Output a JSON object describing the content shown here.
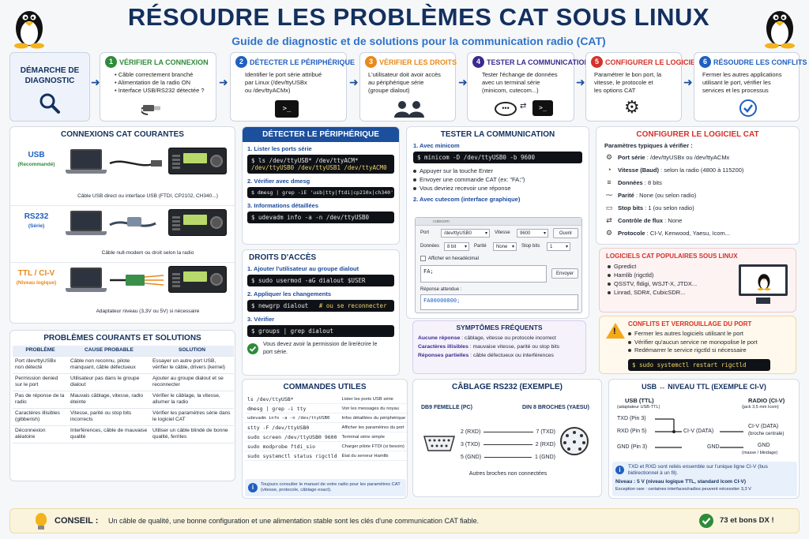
{
  "header": {
    "title": "RÉSOUDRE LES PROBLÈMES CAT SOUS LINUX",
    "subtitle": "Guide de diagnostic et de solutions pour la communication radio (CAT)"
  },
  "approach": {
    "label": "DÉMARCHE DE DIAGNOSTIC"
  },
  "steps": [
    {
      "num": "1",
      "title": "VÉRIFIER LA CONNEXION",
      "color": "#2e8b3a",
      "lines": [
        "• Câble correctement branché",
        "• Alimentation de la radio ON",
        "• Interface USB/RS232 détectée ?"
      ]
    },
    {
      "num": "2",
      "title": "DÉTECTER LE PÉRIPHÉRIQUE",
      "color": "#1f5fbf",
      "lines": [
        "Identifier le port série attribué",
        "par Linux (/dev/ttyUSBx",
        "ou /dev/ttyACMx)"
      ]
    },
    {
      "num": "3",
      "title": "VÉRIFIER LES DROITS",
      "color": "#e8891c",
      "lines": [
        "L'utilisateur doit avoir accès",
        "au périphérique série",
        "(groupe dialout)"
      ]
    },
    {
      "num": "4",
      "title": "TESTER LA COMMUNICATION",
      "color": "#3a2a8f",
      "lines": [
        "Tester l'échange de données",
        "avec un terminal série",
        "(minicom, cutecom...)"
      ]
    },
    {
      "num": "5",
      "title": "CONFIGURER LE LOGICIEL",
      "color": "#d4312a",
      "lines": [
        "Paramétrer le bon port, la",
        "vitesse, le protocole et",
        "les options CAT"
      ]
    },
    {
      "num": "6",
      "title": "RÉSOUDRE LES CONFLITS",
      "color": "#1f5fbf",
      "lines": [
        "Fermer les autres applications",
        "utilisant le port, vérifier les",
        "services et les processus"
      ]
    }
  ],
  "connections": {
    "title": "CONNEXIONS CAT COURANTES",
    "rows": [
      {
        "label": "USB",
        "sub": "(Recommandé)",
        "caption": "Câble USB direct ou interface USB (FTDI, CP2102, CH340...)"
      },
      {
        "label": "RS232",
        "sub": "(Série)",
        "caption": "Câble null-modem ou droit selon la radio"
      },
      {
        "label": "TTL / CI-V",
        "sub": "(Niveau logique)",
        "caption": "Adaptateur niveau (3,3V ou 5V) si nécessaire"
      }
    ]
  },
  "detect": {
    "title": "DÉTECTER LE PÉRIPHÉRIQUE",
    "s1": "1. Lister les ports série",
    "cmd1a": "$ ls /dev/ttyUSB* /dev/ttyACM*",
    "cmd1b": "/dev/ttyUSB0  /dev/ttyUSB1  /dev/ttyACM0",
    "s2": "2. Vérifier avec dmesg",
    "cmd2": "$ dmesg | grep -iE 'usb|tty|ftdi|cp210x|ch340'",
    "s3": "3. Informations détaillées",
    "cmd3": "$ udevadm info -a -n /dev/ttyUSB0"
  },
  "rights": {
    "title": "DROITS D'ACCÈS",
    "s1": "1. Ajouter l'utilisateur au groupe dialout",
    "cmd1": "$ sudo usermod -aG dialout $USER",
    "s2": "2. Appliquer les changements",
    "cmd2": "$ newgrp dialout",
    "cmd2c": "# ou se reconnecter",
    "s3": "3. Vérifier",
    "cmd3": "$ groups | grep dialout",
    "note": "Vous devez avoir la permission de lire/écrire le port série."
  },
  "test": {
    "title": "TESTER LA COMMUNICATION",
    "s1": "1. Avec minicom",
    "cmd1": "$ minicom -D /dev/ttyUSB0 -b 9600",
    "bullets": [
      "Appuyer sur la touche Enter",
      "Envoyer une commande CAT (ex: \"FA;\")",
      "Vous devriez recevoir une réponse"
    ],
    "s2": "2. Avec cutecom (interface graphique)",
    "window": {
      "title": "cutecom",
      "port_label": "Port",
      "port_value": "/dev/ttyUSB0",
      "speed_label": "Vitesse",
      "speed_value": "9600",
      "open_btn": "Ouvrir",
      "data_label": "Données",
      "data_value": "8 bit",
      "parity_label": "Parité",
      "parity_value": "None",
      "stop_label": "Stop bits",
      "stop_value": "1",
      "hex_label": "Afficher en hexadécimal",
      "input_value": "FA;",
      "send_btn": "Envoyer",
      "resp_label": "Réponse attendue :",
      "resp_value": "FA00000800;"
    }
  },
  "symptoms": {
    "title": "SYMPTÔMES FRÉQUENTS",
    "items": [
      {
        "k": "Aucune réponse",
        "v": " : câblage, vitesse ou protocole incorrect"
      },
      {
        "k": "Caractères illisibles",
        "v": " : mauvaise vitesse, parité ou stop bits"
      },
      {
        "k": "Réponses partielles",
        "v": " : câble défectueux ou interférences"
      }
    ]
  },
  "config": {
    "title": "CONFIGURER LE LOGICIEL CAT",
    "intro": "Paramètres typiques à vérifier :",
    "items": [
      {
        "icon": "⚙",
        "k": "Port série",
        "v": " : /dev/ttyUSBx ou /dev/ttyACMx"
      },
      {
        "icon": "◔",
        "k": "Vitesse (Baud)",
        "v": " : selon la radio (4800 à 115200)"
      },
      {
        "icon": "≡",
        "k": "Données",
        "v": " : 8 bits"
      },
      {
        "icon": "⁓",
        "k": "Parité",
        "v": " : None (ou selon radio)"
      },
      {
        "icon": "▭",
        "k": "Stop bits",
        "v": " : 1  (ou selon radio)"
      },
      {
        "icon": "⇄",
        "k": "Contrôle de flux",
        "v": " : None"
      },
      {
        "icon": "⚙",
        "k": "Protocole",
        "v": " : CI-V, Kenwood, Yaesu, Icom..."
      }
    ]
  },
  "software": {
    "title": "LOGICIELS CAT POPULAIRES SOUS LINUX",
    "items": [
      "Gpredict",
      "Hamlib (rigctld)",
      "QSSTV, fldigi, WSJT-X, JTDX...",
      "Linrad, SDR#, CubicSDR..."
    ]
  },
  "conflicts": {
    "title": "CONFLITS ET VERROUILLAGE DU PORT",
    "items": [
      "Fermer les autres logiciels utilisant le port",
      "Vérifier qu'aucun service ne monopolise le port",
      "Redémarrer le service rigctld si nécessaire"
    ],
    "cmd": "$ sudo systemctl restart rigctld"
  },
  "problems": {
    "title": "PROBLÈMES COURANTS ET SOLUTIONS",
    "headers": [
      "PROBLÈME",
      "CAUSE PROBABLE",
      "SOLUTION"
    ],
    "rows": [
      [
        "Port /dev/ttyUSBx non détecté",
        "Câble non reconnu, pilote manquant, câble défectueux",
        "Essayer un autre port USB, vérifier le câble, drivers (kernel)"
      ],
      [
        "Permission denied sur le port",
        "Utilisateur pas dans le groupe dialout",
        "Ajouter au groupe dialout et se reconnecter"
      ],
      [
        "Pas de réponse de la radio",
        "Mauvais câblage, vitesse, radio éteinte",
        "Vérifier le câblage, la vitesse, allumer la radio"
      ],
      [
        "Caractères illisibles (gibberish)",
        "Vitesse, parité ou stop bits incorrects",
        "Vérifier les paramètres série dans le logiciel CAT"
      ],
      [
        "Déconnexion aléatoire",
        "Interférences, câble de mauvaise qualité",
        "Utiliser un câble blindé de bonne qualité, ferrites"
      ]
    ]
  },
  "commands": {
    "title": "COMMANDES UTILES",
    "rows": [
      [
        "ls /dev/ttyUSB*",
        "Lister les ports USB série"
      ],
      [
        "dmesg | grep -i tty",
        "Voir les messages du noyau"
      ],
      [
        "udevadm info -a -n /dev/ttyUSB0",
        "Infos détaillées du périphérique"
      ],
      [
        "stty -F /dev/ttyUSB0",
        "Afficher les paramètres du port"
      ],
      [
        "sudo screen /dev/ttyUSB0 9600",
        "Terminal série simple"
      ],
      [
        "sudo modprobe ftdi_sio",
        "Charger pilote FTDI (si besoin)"
      ],
      [
        "sudo systemctl status rigctld",
        "État du serveur Hamlib"
      ]
    ],
    "note": "Toujours consulter le manuel de votre radio pour les paramètres CAT (vitesse, protocole, câblage exact)."
  },
  "rs232": {
    "title": "CÂBLAGE RS232 (EXEMPLE)",
    "left": "DB9 FEMELLE (PC)",
    "right": "DIN 8 BROCHES (YAESU)",
    "pairs": [
      [
        "2 (RXD)",
        "7 (TXD)"
      ],
      [
        "3 (TXD)",
        "2 (RXD)"
      ],
      [
        "5 (GND)",
        "1 (GND)"
      ]
    ],
    "note": "Autres broches non connectées"
  },
  "ttl": {
    "title": "USB ↔ NIVEAU TTL (EXEMPLE CI-V)",
    "left": "USB (TTL)",
    "left_sub": "(adaptateur USB-TTL)",
    "right": "RADIO (CI-V)",
    "right_sub": "(jack 3,5 mm Icom)",
    "pins": [
      "TXD (Pin 3)",
      "RXD (Pin 5)",
      "GND (Pin 3)"
    ],
    "mid1": "CI-V (DATA)",
    "mid2": "GND",
    "r1": "CI-V (DATA)",
    "r1sub": "(broche centrale)",
    "r2": "GND",
    "r2sub": "(masse / blindage)",
    "note": "TXD et RXD sont reliés ensemble sur l'unique ligne CI-V (bus bidirectionnel à un fil).",
    "level": "Niveau : 5 V (niveau logique TTL, standard Icom CI-V)",
    "exception": "Exception rare : certaines interfaces/radios peuvent nécessiter 3,3 V"
  },
  "tip": {
    "label": "CONSEIL :",
    "text": "Un câble de qualité, une bonne configuration et une alimentation stable sont les clés d'une communication CAT fiable.",
    "sign": "73 et bons DX !"
  },
  "colors": {
    "navy": "#13305e",
    "accent": "#2f73c8",
    "red": "#d4312a",
    "green": "#2e8b3a"
  }
}
